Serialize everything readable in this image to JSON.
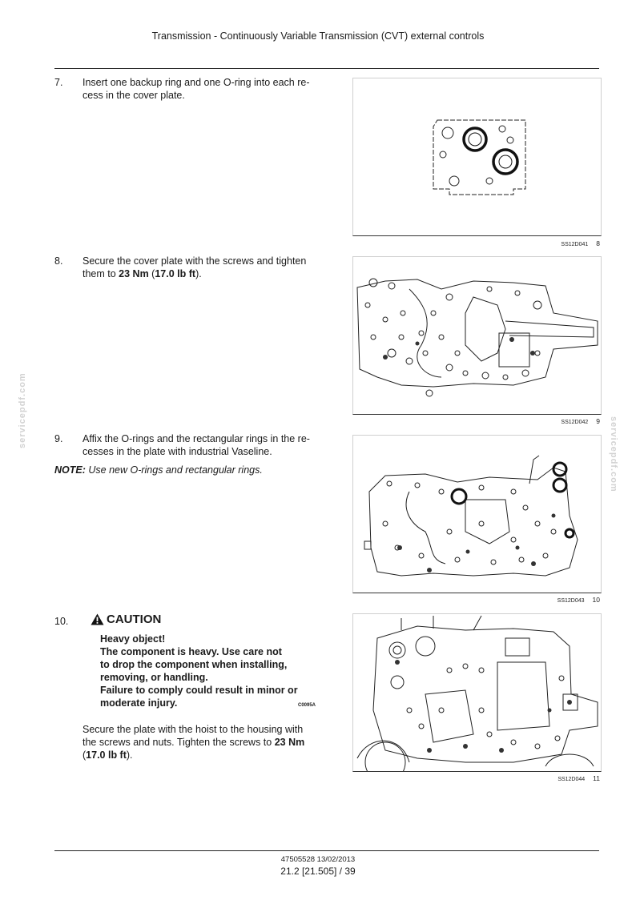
{
  "header": {
    "title": "Transmission - Continuously Variable Transmission (CVT) external controls"
  },
  "steps": {
    "s7": {
      "num": "7.",
      "line1": "Insert one backup ring and one O-ring into each re-",
      "line2": "cess in the cover plate."
    },
    "s8": {
      "num": "8.",
      "line1": "Secure the cover plate with the screws and tighten",
      "pre": "them to ",
      "torque_nm": "23 Nm",
      "mid": " (",
      "torque_lbft": "17.0 lb ft",
      "post": ")."
    },
    "s9": {
      "num": "9.",
      "line1": "Affix the O-rings and the rectangular rings in the re-",
      "line2": "cesses in the plate with industrial Vaseline."
    },
    "s10": {
      "num": "10.",
      "line1": "Secure the plate with the hoist to the housing with",
      "pre": "the screws and nuts.  Tighten the screws to ",
      "torque_nm": "23 Nm",
      "open": "(",
      "torque_lbft": "17.0 lb ft",
      "post": ")."
    }
  },
  "note": {
    "label": "NOTE:",
    "text": " Use new O-rings and rectangular rings."
  },
  "caution": {
    "title": "CAUTION",
    "icon": "warning-triangle-icon",
    "lines": [
      "Heavy object!",
      "The component is heavy.  Use care not",
      "to drop the component when installing,",
      "removing, or handling.",
      "Failure to comply could result in minor or",
      "moderate injury."
    ],
    "code": "C0095A"
  },
  "figures": [
    {
      "code": "SS12D041",
      "num": "8"
    },
    {
      "code": "SS12D042",
      "num": "9"
    },
    {
      "code": "SS12D043",
      "num": "10"
    },
    {
      "code": "SS12D044",
      "num": "11"
    }
  ],
  "footer": {
    "doc": "47505528 13/02/2013",
    "page": "21.2 [21.505] / 39"
  },
  "watermark": "servicepdf.com"
}
